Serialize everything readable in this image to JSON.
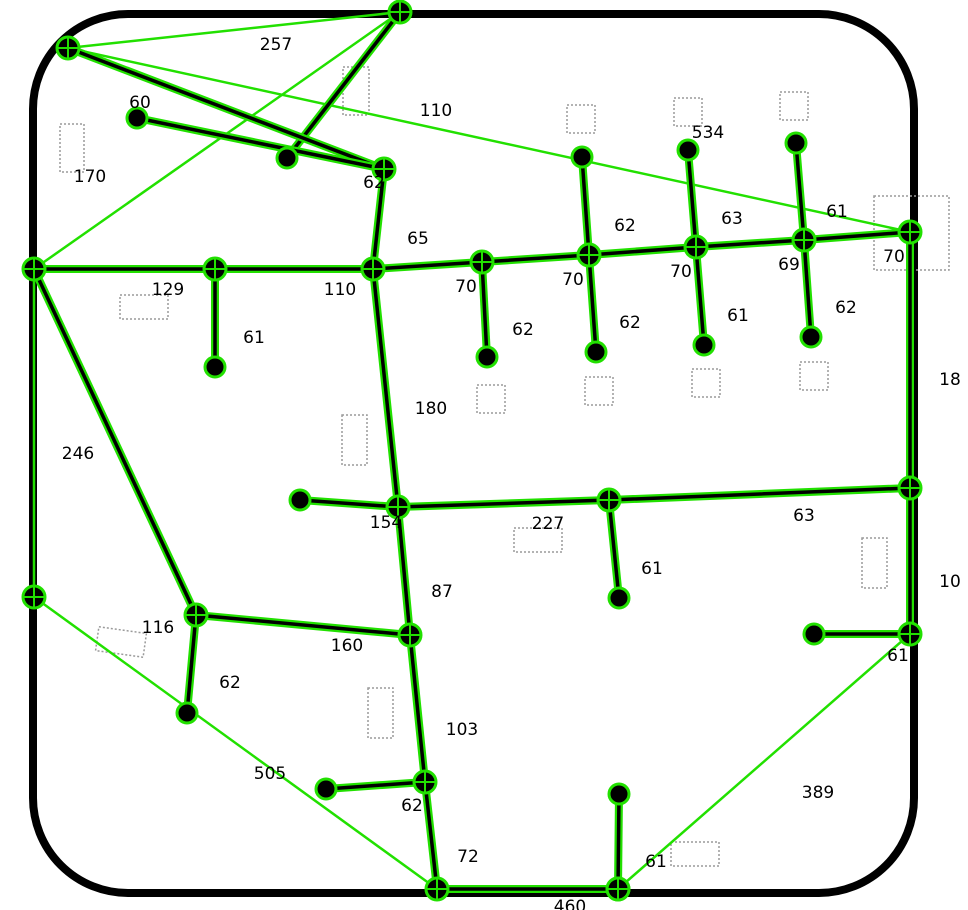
{
  "diagram": {
    "colors": {
      "boundary": "#000000",
      "edge_fill": "#000000",
      "edge_outline": "#22e000",
      "node_outline": "#22e000",
      "background": "#ffffff",
      "building_outline": "#9a9a9a"
    },
    "nodes": {
      "n1": "junction",
      "n2": "junction",
      "n3": "leaf",
      "n4": "junction",
      "n5": "leaf",
      "n6": "junction",
      "n7": "junction",
      "n8": "junction",
      "n9": "leaf",
      "n10": "junction",
      "n11": "junction",
      "n12": "junction",
      "n13": "junction",
      "n14": "junction",
      "l15": "leaf",
      "l16": "leaf",
      "l17": "leaf",
      "l18": "leaf",
      "l19": "leaf",
      "l20": "leaf",
      "l21": "leaf",
      "l22": "leaf",
      "n23": "leaf",
      "n24": "junction",
      "n25": "junction",
      "n26": "junction",
      "n27": "leaf",
      "n28": "junction",
      "n29": "junction",
      "n30": "junction",
      "n31": "leaf",
      "n32": "leaf",
      "n33": "junction",
      "n34": "leaf",
      "n35": "junction",
      "n36": "junction",
      "n37": "leaf",
      "n38": "junction",
      "n39": "leaf",
      "n40": "junction"
    },
    "road_edges": [
      {
        "from": "n2",
        "to": "n3"
      },
      {
        "from": "n4",
        "to": "n6"
      },
      {
        "from": "n5",
        "to": "n6"
      },
      {
        "from": "n6",
        "to": "n10"
      },
      {
        "from": "n7",
        "to": "n8"
      },
      {
        "from": "n8",
        "to": "n10"
      },
      {
        "from": "n8",
        "to": "n9"
      },
      {
        "from": "n10",
        "to": "n11"
      },
      {
        "from": "n11",
        "to": "n12"
      },
      {
        "from": "n12",
        "to": "n13"
      },
      {
        "from": "n13",
        "to": "n14"
      },
      {
        "from": "n14",
        "to": "n1"
      },
      {
        "from": "n11",
        "to": "l15"
      },
      {
        "from": "n12",
        "to": "l16"
      },
      {
        "from": "n12",
        "to": "l17"
      },
      {
        "from": "n13",
        "to": "l18"
      },
      {
        "from": "n13",
        "to": "l19"
      },
      {
        "from": "n14",
        "to": "l20"
      },
      {
        "from": "n14",
        "to": "l21"
      },
      {
        "from": "n10",
        "to": "n24"
      },
      {
        "from": "n23",
        "to": "n24"
      },
      {
        "from": "n24",
        "to": "n25"
      },
      {
        "from": "n25",
        "to": "n26"
      },
      {
        "from": "n25",
        "to": "n27"
      },
      {
        "from": "n24",
        "to": "n29"
      },
      {
        "from": "n7",
        "to": "n30"
      },
      {
        "from": "n30",
        "to": "n29"
      },
      {
        "from": "n30",
        "to": "n31"
      },
      {
        "from": "n29",
        "to": "n33"
      },
      {
        "from": "n32",
        "to": "n33"
      },
      {
        "from": "n33",
        "to": "n35"
      },
      {
        "from": "n35",
        "to": "n36"
      },
      {
        "from": "n37",
        "to": "n36"
      },
      {
        "from": "n1",
        "to": "n26"
      },
      {
        "from": "n26",
        "to": "n40"
      },
      {
        "from": "n39",
        "to": "n40"
      }
    ],
    "boundary_links": [
      {
        "from": "n2",
        "to": "n4"
      },
      {
        "from": "n2",
        "to": "n7"
      },
      {
        "from": "n4",
        "to": "n1"
      },
      {
        "from": "n28",
        "to": "n35"
      },
      {
        "from": "n36",
        "to": "n40"
      },
      {
        "from": "n28",
        "to": "n7"
      }
    ],
    "edge_labels": [
      "257",
      "60",
      "110",
      "170",
      "62",
      "534",
      "65",
      "62",
      "63",
      "61",
      "129",
      "110",
      "70",
      "70",
      "70",
      "69",
      "70",
      "61",
      "62",
      "62",
      "61",
      "62",
      "18",
      "180",
      "246",
      "154",
      "227",
      "63",
      "61",
      "87",
      "10",
      "116",
      "160",
      "61",
      "62",
      "103",
      "505",
      "62",
      "389",
      "72",
      "61",
      "460"
    ]
  }
}
